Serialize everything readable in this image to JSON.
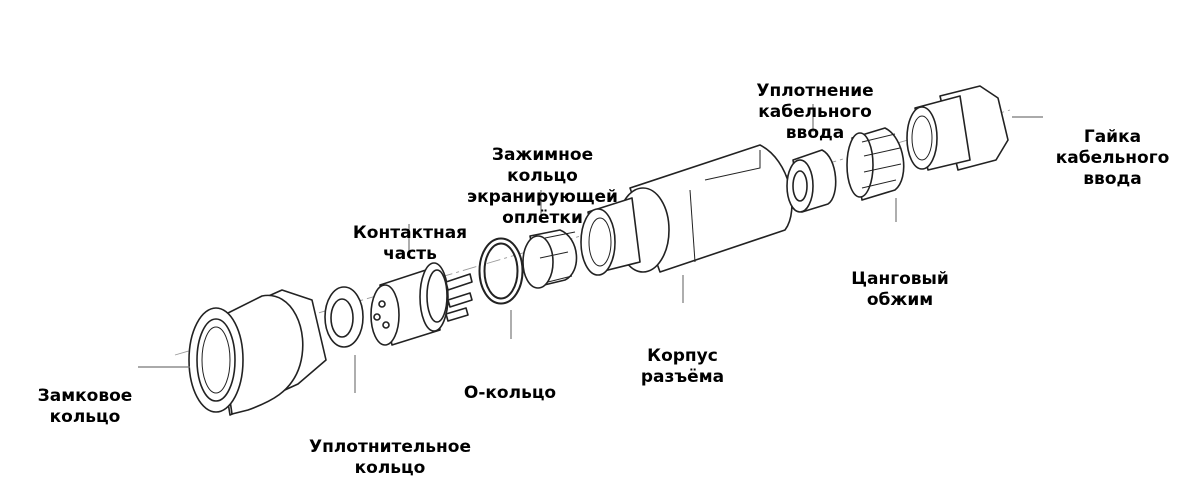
{
  "labels": {
    "locking_ring": [
      "Замковое",
      "кольцо"
    ],
    "seal_ring": [
      "Уплотнительное",
      "кольцо"
    ],
    "contact_part": [
      "Контактная",
      "часть"
    ],
    "o_ring": [
      "О-кольцо"
    ],
    "shield_clamp": [
      "Зажимное",
      "кольцо",
      "экранирующей",
      "оплётки"
    ],
    "connector_body": [
      "Корпус",
      "разъёма"
    ],
    "cable_seal": [
      "Уплотнение",
      "кабельного",
      "ввода"
    ],
    "collet": [
      "Цанговый",
      "обжим"
    ],
    "cable_nut": [
      "Гайка",
      "кабельного",
      "ввода"
    ]
  }
}
